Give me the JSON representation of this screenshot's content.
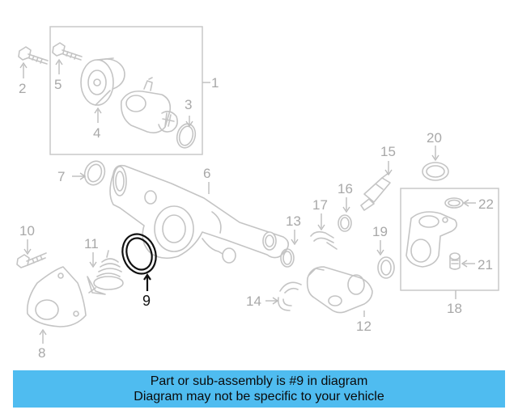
{
  "callouts": {
    "c1": "1",
    "c2": "2",
    "c3": "3",
    "c4": "4",
    "c5": "5",
    "c6": "6",
    "c7": "7",
    "c8": "8",
    "c9": "9",
    "c10": "10",
    "c11": "11",
    "c12": "12",
    "c13": "13",
    "c14": "14",
    "c15": "15",
    "c16": "16",
    "c17": "17",
    "c18": "18",
    "c19": "19",
    "c20": "20",
    "c21": "21",
    "c22": "22"
  },
  "highlighted_part": "9",
  "colors": {
    "highlight": "#111111",
    "banner": "#4fbcf0",
    "parts": "#c4c4c4"
  },
  "banner": {
    "line1": "Part or sub-assembly is #9 in diagram",
    "line2": "Diagram may not be specific to your vehicle"
  }
}
